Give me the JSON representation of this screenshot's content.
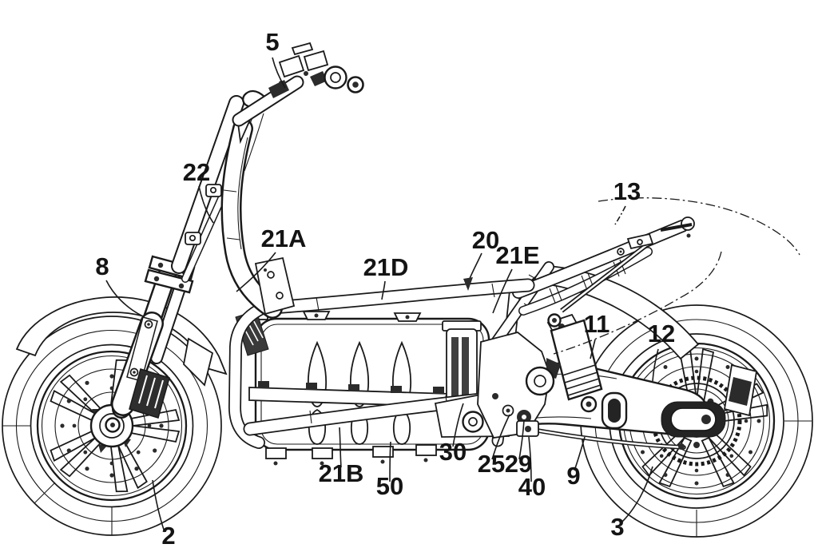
{
  "figure": {
    "background_color": "#ffffff",
    "line_color": "#1a1a1a",
    "labels": [
      {
        "text": "5"
      },
      {
        "text": "22"
      },
      {
        "text": "8"
      },
      {
        "text": "2"
      },
      {
        "text": "21A"
      },
      {
        "text": "21D"
      },
      {
        "text": "20"
      },
      {
        "text": "21E"
      },
      {
        "text": "13"
      },
      {
        "text": "11"
      },
      {
        "text": "12"
      },
      {
        "text": "21B"
      },
      {
        "text": "50"
      },
      {
        "text": "30"
      },
      {
        "text": "25"
      },
      {
        "text": "29"
      },
      {
        "text": "40"
      },
      {
        "text": "9"
      },
      {
        "text": "3"
      }
    ]
  }
}
